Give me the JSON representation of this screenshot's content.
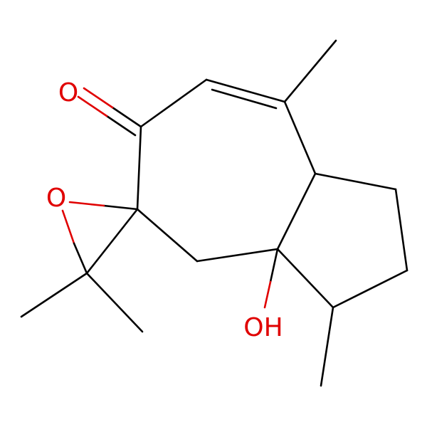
{
  "molecule": {
    "atoms": {
      "ketone_oxygen": "O",
      "epoxide_oxygen": "O",
      "hydroxyl": "OH"
    },
    "colors": {
      "bond": "#000000",
      "heteroatom": "#e00000",
      "background": "#ffffff"
    }
  }
}
